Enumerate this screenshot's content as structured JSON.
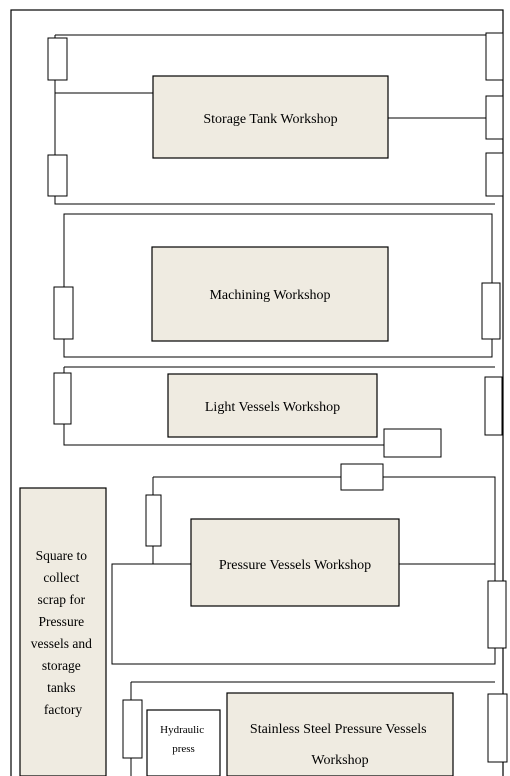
{
  "diagram": {
    "storage_tank": "Storage Tank Workshop",
    "machining": "Machining Workshop",
    "light_vessels": "Light Vessels Workshop",
    "pressure_vessels": "Pressure Vessels Workshop",
    "scrap_square": [
      "Square to",
      "collect",
      "scrap for",
      "Pressure",
      "vessels and",
      "storage",
      "tanks",
      "factory"
    ],
    "hydraulic_press": [
      "Hydraulic",
      "press"
    ],
    "stainless_steel": [
      "Stainless Steel Pressure Vessels",
      "Workshop"
    ]
  },
  "colors": {
    "box_fill": "#efebe1",
    "line": "#000000",
    "background": "#ffffff"
  }
}
